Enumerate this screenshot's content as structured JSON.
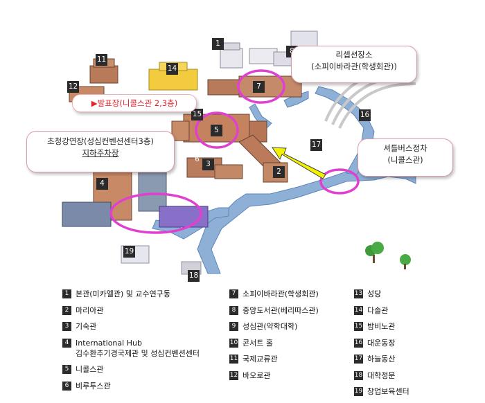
{
  "markers": [
    "1",
    "2",
    "3",
    "4",
    "5",
    "6",
    "7",
    "8",
    "11",
    "12",
    "14",
    "15",
    "16",
    "17",
    "18",
    "19"
  ],
  "callouts": {
    "reception": {
      "line1": "리셉션장소",
      "line2": "(소피이바라관(학생회관))"
    },
    "presentation": {
      "line1": "▶발표장(니콜스관 2,3층)"
    },
    "invited": {
      "line1": "초청강연장(성심컨벤션센터3층)",
      "line2": "지하주차장"
    },
    "shuttle": {
      "line1": "셔틀버스정차",
      "line2": "(니콜스관)"
    }
  },
  "legend": [
    {
      "n": "1",
      "text": "본관(미카엘관) 및 교수연구동"
    },
    {
      "n": "2",
      "text": "마리아관"
    },
    {
      "n": "3",
      "text": "기숙관"
    },
    {
      "n": "4",
      "text": "International Hub",
      "text2": "김수환추기경국제관 및 성심컨벤션센터"
    },
    {
      "n": "5",
      "text": "니콜스관"
    },
    {
      "n": "6",
      "text": "비루투스관"
    },
    {
      "n": "7",
      "text": "소피이바라관(학생회관)"
    },
    {
      "n": "8",
      "text": "중앙도서관(베리따스관)"
    },
    {
      "n": "9",
      "text": "성심관(약학대학)"
    },
    {
      "n": "10",
      "text": "콘서트 홀"
    },
    {
      "n": "11",
      "text": "국제교류관"
    },
    {
      "n": "12",
      "text": "바오로관"
    },
    {
      "n": "13",
      "text": "성당"
    },
    {
      "n": "14",
      "text": "다솔관"
    },
    {
      "n": "15",
      "text": "밤비노관"
    },
    {
      "n": "16",
      "text": "대운동장"
    },
    {
      "n": "17",
      "text": "하늘동산"
    },
    {
      "n": "18",
      "text": "대학정문"
    },
    {
      "n": "19",
      "text": "창업보육센터"
    }
  ],
  "colors": {
    "road": "#8fb0d6",
    "highlight": "#e040d0",
    "arrow": "#f2f200",
    "accent_red": "#e0242c"
  }
}
